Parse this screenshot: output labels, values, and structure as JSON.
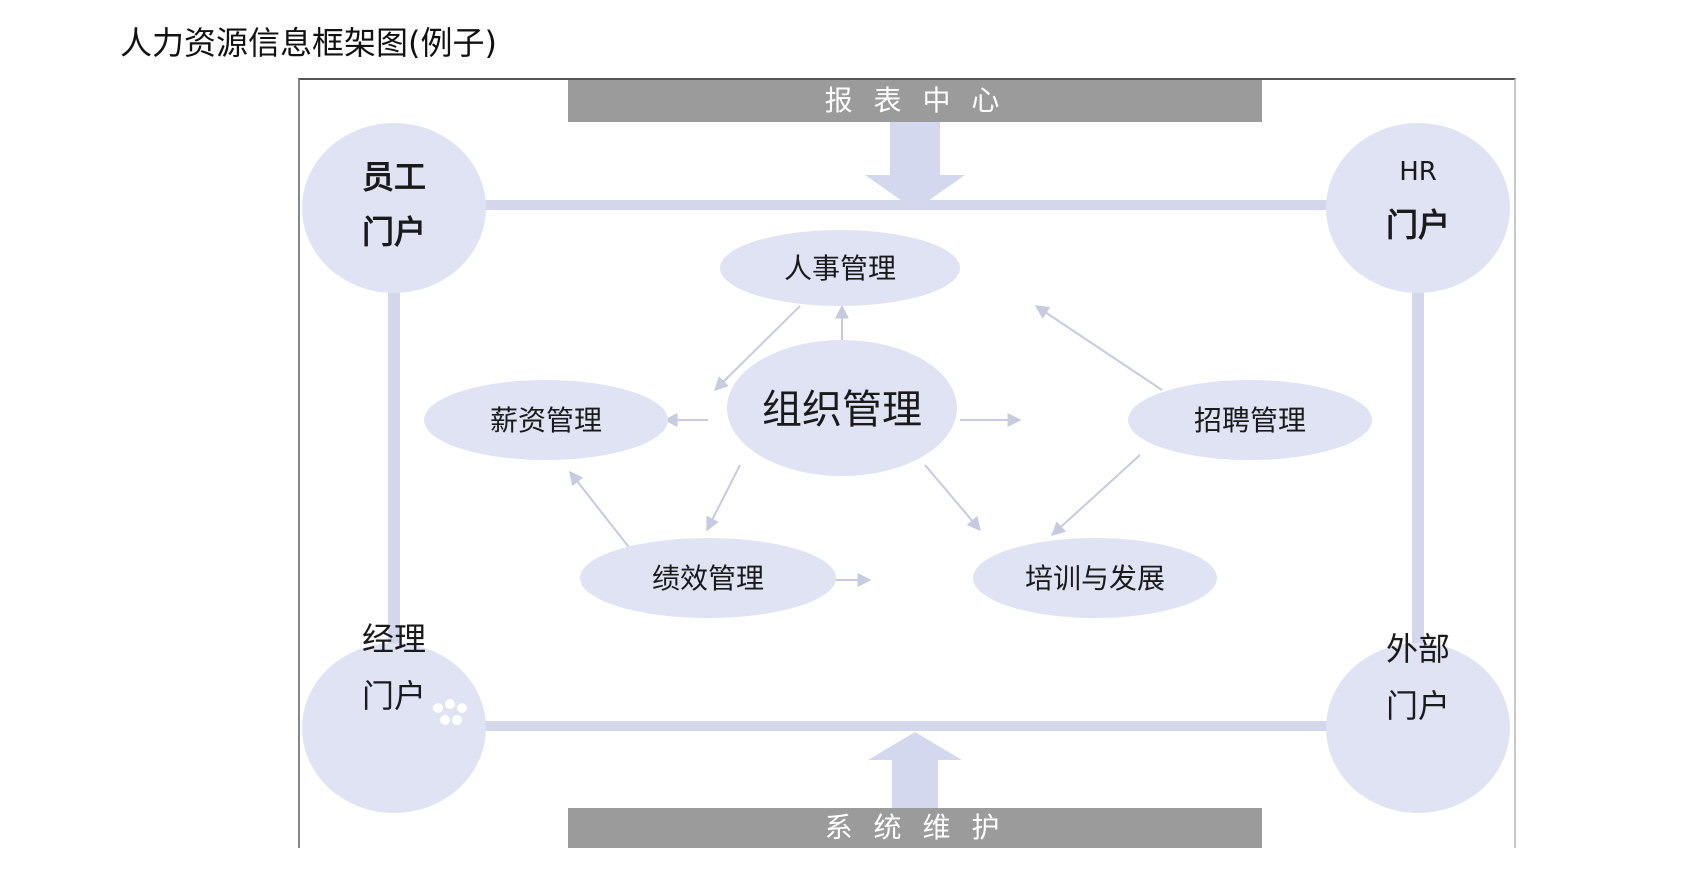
{
  "title": "人力资源信息框架图(例子)",
  "diagram": {
    "top_bar": "报 表 中 心",
    "bottom_bar": "系 统 维 护",
    "portals": {
      "employee": [
        "员工",
        "门户"
      ],
      "hr": [
        "HR",
        "门户"
      ],
      "manager": [
        "经理",
        "门户"
      ],
      "external": [
        "外部",
        "门户"
      ]
    },
    "center": "组织管理",
    "modules": {
      "personnel": "人事管理",
      "payroll": "薪资管理",
      "recruiting": "招聘管理",
      "performance": "绩效管理",
      "training": "培训与发展"
    }
  },
  "colors": {
    "ellipse_fill": "#dfe3f4",
    "arrow_fill": "#d4d8ee",
    "bar_fill": "#9b9b9b",
    "bar_text": "#ffffff",
    "connector": "#d3d7ec",
    "thin_arrow": "#c7cbe2",
    "label_text": "#1a1a1a"
  }
}
